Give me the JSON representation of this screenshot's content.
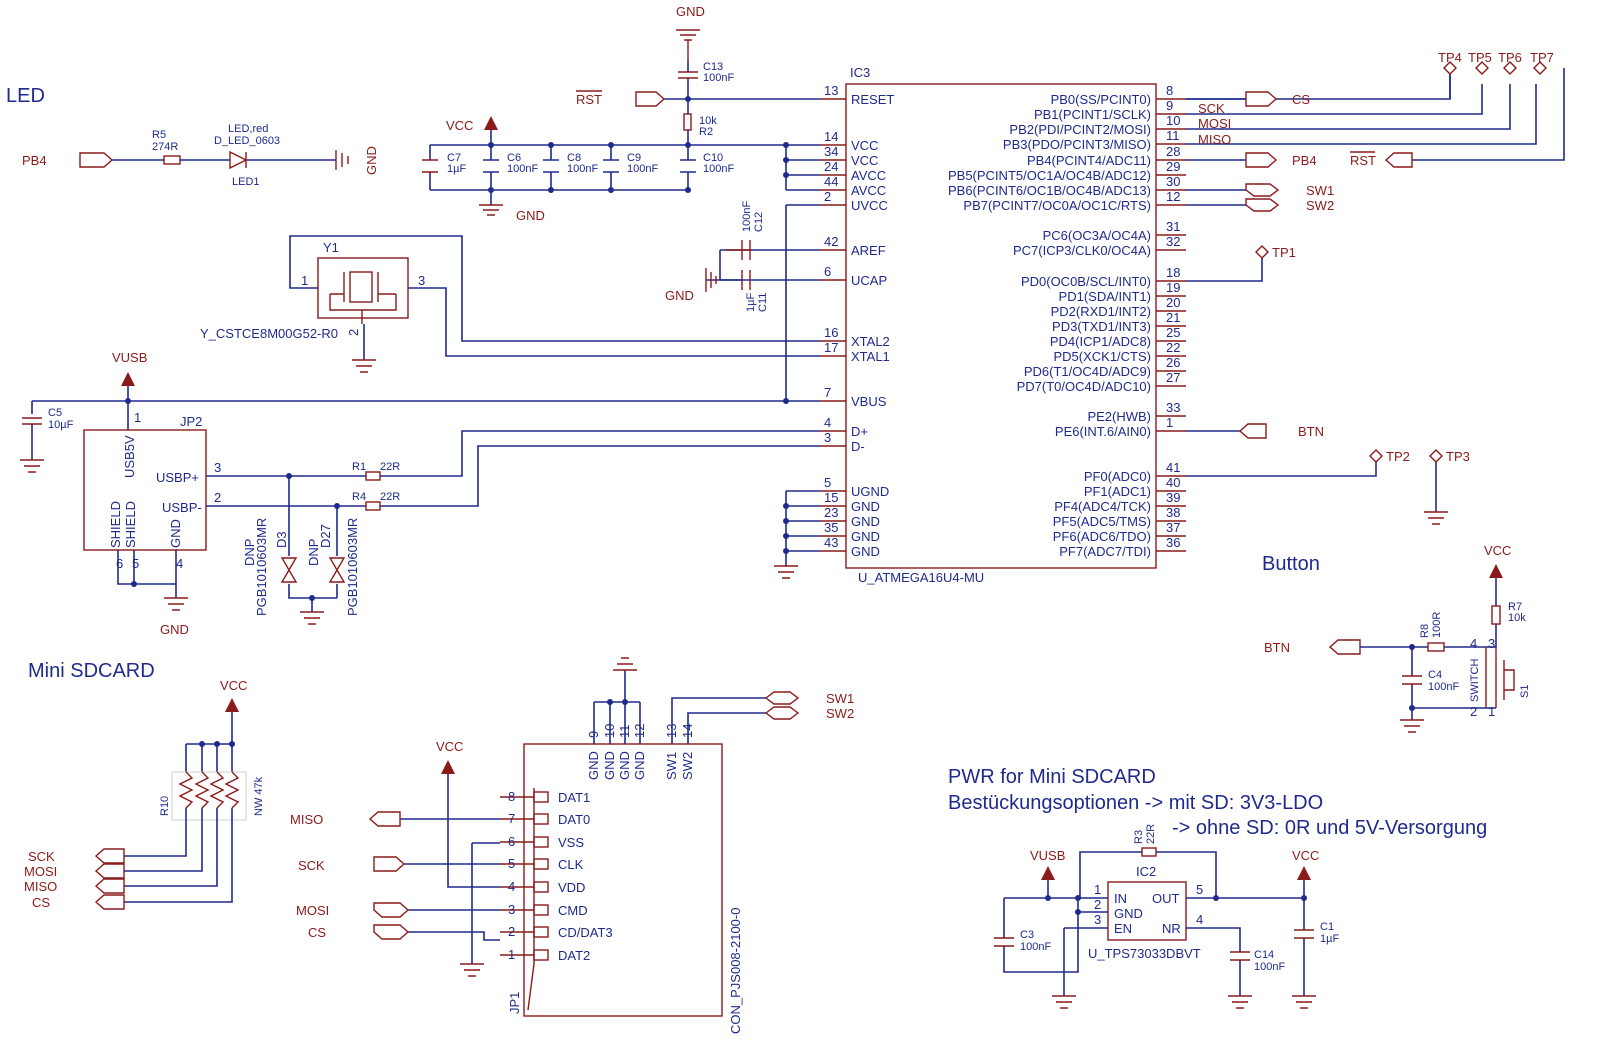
{
  "sections": {
    "led": "LED",
    "mini_sdcard": "Mini SDCARD",
    "button": "Button",
    "pwr": "PWR for Mini SDCARD",
    "options1": "Bestückungsoptionen -> mit SD:   3V3-LDO",
    "options2": "-> ohne SD: 0R und 5V-Versorgung"
  },
  "ic3": {
    "ref": "IC3",
    "value": "U_ATMEGA16U4-MU",
    "left_pins": [
      {
        "num": "13",
        "name": "RESET"
      },
      {
        "num": "14",
        "name": "VCC"
      },
      {
        "num": "34",
        "name": "VCC"
      },
      {
        "num": "24",
        "name": "AVCC"
      },
      {
        "num": "44",
        "name": "AVCC"
      },
      {
        "num": "2",
        "name": "UVCC"
      },
      {
        "num": "42",
        "name": "AREF"
      },
      {
        "num": "6",
        "name": "UCAP"
      },
      {
        "num": "16",
        "name": "XTAL2"
      },
      {
        "num": "17",
        "name": "XTAL1"
      },
      {
        "num": "7",
        "name": "VBUS"
      },
      {
        "num": "4",
        "name": "D+"
      },
      {
        "num": "3",
        "name": "D-"
      },
      {
        "num": "5",
        "name": "UGND"
      },
      {
        "num": "15",
        "name": "GND"
      },
      {
        "num": "23",
        "name": "GND"
      },
      {
        "num": "35",
        "name": "GND"
      },
      {
        "num": "43",
        "name": "GND"
      }
    ],
    "right_pins": [
      {
        "num": "8",
        "name": "PB0(SS/PCINT0)"
      },
      {
        "num": "9",
        "name": "PB1(PCINT1/SCLK)"
      },
      {
        "num": "10",
        "name": "PB2(PDI/PCINT2/MOSI)"
      },
      {
        "num": "11",
        "name": "PB3(PDO/PCINT3/MISO)"
      },
      {
        "num": "28",
        "name": "PB4(PCINT4/ADC11)"
      },
      {
        "num": "29",
        "name": "PB5(PCINT5/OC1A/OC4B/ADC12)"
      },
      {
        "num": "30",
        "name": "PB6(PCINT6/OC1B/OC4B/ADC13)"
      },
      {
        "num": "12",
        "name": "PB7(PCINT7/OC0A/OC1C/RTS)"
      },
      {
        "num": "31",
        "name": "PC6(OC3A/OC4A)"
      },
      {
        "num": "32",
        "name": "PC7(ICP3/CLK0/OC4A)"
      },
      {
        "num": "18",
        "name": "PD0(OC0B/SCL/INT0)"
      },
      {
        "num": "19",
        "name": "PD1(SDA/INT1)"
      },
      {
        "num": "20",
        "name": "PD2(RXD1/INT2)"
      },
      {
        "num": "21",
        "name": "PD3(TXD1/INT3)"
      },
      {
        "num": "25",
        "name": "PD4(ICP1/ADC8)"
      },
      {
        "num": "22",
        "name": "PD5(XCK1/CTS)"
      },
      {
        "num": "26",
        "name": "PD6(T1/OC4D/ADC9)"
      },
      {
        "num": "27",
        "name": "PD7(T0/OC4D/ADC10)"
      },
      {
        "num": "33",
        "name": "PE2(HWB)"
      },
      {
        "num": "1",
        "name": "PE6(INT.6/AIN0)"
      },
      {
        "num": "41",
        "name": "PF0(ADC0)"
      },
      {
        "num": "40",
        "name": "PF1(ADC1)"
      },
      {
        "num": "39",
        "name": "PF4(ADC4/TCK)"
      },
      {
        "num": "38",
        "name": "PF5(ADC5/TMS)"
      },
      {
        "num": "37",
        "name": "PF6(ADC6/TDO)"
      },
      {
        "num": "36",
        "name": "PF7(ADC7/TDI)"
      }
    ]
  },
  "nets": {
    "gnd": "GND",
    "vcc": "VCC",
    "vusb": "VUSB",
    "rst": "RST",
    "cs": "CS",
    "sck": "SCK",
    "mosi": "MOSI",
    "miso": "MISO",
    "pb4": "PB4",
    "sw1": "SW1",
    "sw2": "SW2",
    "btn": "BTN",
    "tp1": "TP1",
    "tp2": "TP2",
    "tp3": "TP3",
    "tp4": "TP4",
    "tp5": "TP5",
    "tp6": "TP6",
    "tp7": "TP7"
  },
  "parts": {
    "c13": {
      "ref": "C13",
      "value": "100nF"
    },
    "r2": {
      "ref": "R2",
      "value": "10k"
    },
    "c7": {
      "ref": "C7",
      "value": "1µF"
    },
    "c6": {
      "ref": "C6",
      "value": "100nF"
    },
    "c8": {
      "ref": "C8",
      "value": "100nF"
    },
    "c9": {
      "ref": "C9",
      "value": "100nF"
    },
    "c10": {
      "ref": "C10",
      "value": "100nF"
    },
    "c12": {
      "ref": "C12",
      "value": "100nF"
    },
    "c11": {
      "ref": "C11",
      "value": "1µF"
    },
    "r5": {
      "ref": "R5",
      "value": "274R"
    },
    "led1": {
      "ref": "LED1",
      "value": "D_LED_0603",
      "color": "LED,red"
    },
    "y1": {
      "ref": "Y1",
      "value": "Y_CSTCE8M00G52-R0"
    },
    "c5": {
      "ref": "C5",
      "value": "10µF"
    },
    "jp2": {
      "ref": "JP2",
      "pins": [
        "USB5V",
        "USBP+",
        "USBP-",
        "SHIELD",
        "SHIELD",
        "GND"
      ]
    },
    "r1": {
      "ref": "R1",
      "value": "22R"
    },
    "r4": {
      "ref": "R4",
      "value": "22R"
    },
    "d3": {
      "ref": "D3",
      "value": "PGB1010603MR",
      "dnp": "DNP"
    },
    "d27": {
      "ref": "D27",
      "value": "PGB1010603MR",
      "dnp": "DNP"
    },
    "r10": {
      "ref": "R10",
      "value": "NW 47k"
    },
    "jp1": {
      "ref": "JP1",
      "value": "CON_PJS008-2100-0",
      "pins": [
        "DAT1",
        "DAT0",
        "VSS",
        "CLK",
        "VDD",
        "CMD",
        "CD/DAT3",
        "DAT2"
      ],
      "top_pins": [
        "GND",
        "GND",
        "GND",
        "GND",
        "SW1",
        "SW2"
      ]
    },
    "r8": {
      "ref": "R8",
      "value": "100R"
    },
    "r7": {
      "ref": "R7",
      "value": "10k"
    },
    "c4": {
      "ref": "C4",
      "value": "100nF"
    },
    "s1": {
      "ref": "S1",
      "value": "SWITCH"
    },
    "r3": {
      "ref": "R3",
      "value": "22R"
    },
    "ic2": {
      "ref": "IC2",
      "value": "U_TPS73033DBVT",
      "pins": [
        "IN",
        "GND",
        "EN",
        "OUT",
        "NR"
      ]
    },
    "c3": {
      "ref": "C3",
      "value": "100nF"
    },
    "c14": {
      "ref": "C14",
      "value": "100nF"
    },
    "c1": {
      "ref": "C1",
      "value": "1µF"
    }
  }
}
